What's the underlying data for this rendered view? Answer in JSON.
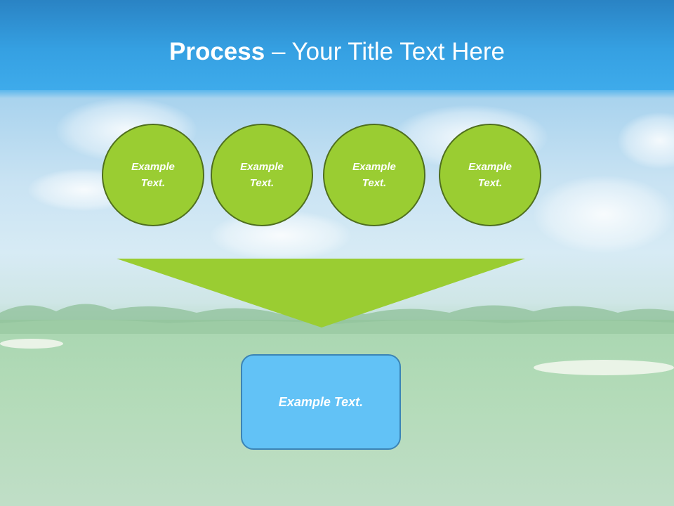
{
  "title": {
    "strong": "Process",
    "rest": " – Your Title Text Here"
  },
  "circles": [
    {
      "text": "Example Text."
    },
    {
      "text": "Example Text."
    },
    {
      "text": "Example Text."
    },
    {
      "text": "Example Text."
    }
  ],
  "result_box": {
    "text": "Example Text."
  },
  "colors": {
    "title_band": "#35a0e2",
    "circle_fill": "#9acd32",
    "circle_border": "#4f6f1e",
    "funnel_fill": "#9acd32",
    "box_fill": "#62c2f6",
    "box_border": "#3b84b5"
  }
}
